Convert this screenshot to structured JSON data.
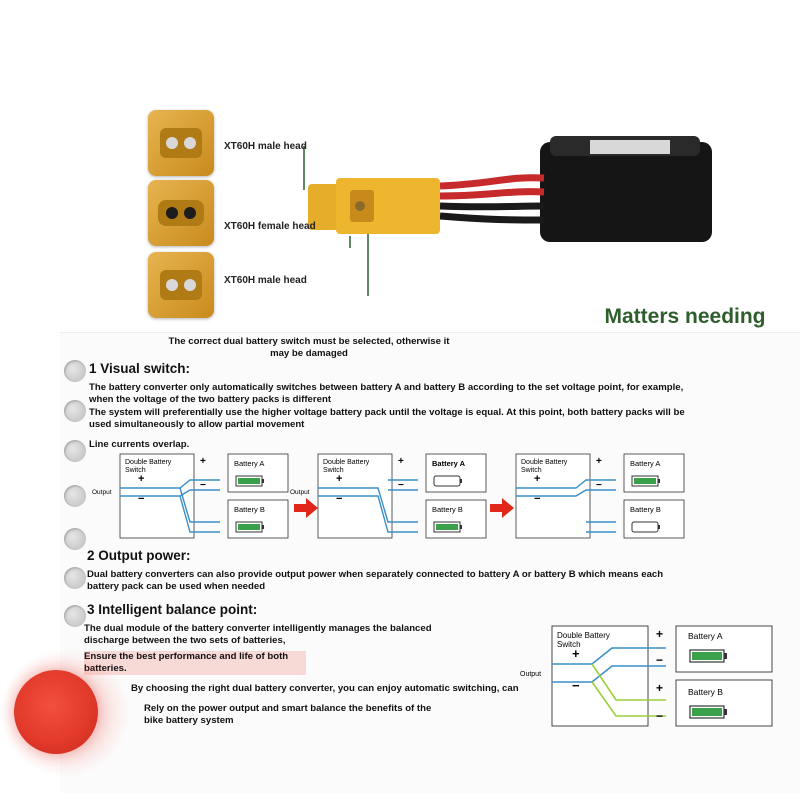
{
  "product": {
    "labels": [
      "XT60H male head",
      "XT60H female head",
      "XT60H male head"
    ]
  },
  "notice": {
    "title_line1": "Matters needing",
    "title_line2": "attention",
    "warning_line1": "The correct dual battery switch must be selected, otherwise it",
    "warning_line2": "may be damaged"
  },
  "sections": [
    {
      "heading": "1 Visual switch:",
      "lines": [
        "The battery converter only automatically switches between battery A and battery B according to the set voltage point, for example,",
        "when the voltage of the two battery packs is different",
        "The system will preferentially use the higher voltage battery pack until the voltage is equal. At this point, both battery packs will be",
        "used simultaneously to allow partial movement",
        "Line currents overlap."
      ]
    },
    {
      "heading": "2 Output power:",
      "lines": [
        "Dual battery converters can also provide output power when separately connected to battery A or battery B which means each",
        "battery pack can be used when needed"
      ]
    },
    {
      "heading": "3 Intelligent balance point:",
      "lines": [
        "The dual module of the battery converter intelligently manages the balanced",
        "discharge between the two sets of batteries,",
        "Ensure the best performance and life of both",
        "batteries.",
        "By choosing the right dual battery converter, you can enjoy automatic switching, can",
        "Rely on the power output and smart balance the benefits of the",
        "bike battery system"
      ]
    }
  ],
  "diagram": {
    "switch_label_1": "Double  Battery",
    "switch_label_2": "Switch",
    "small_switch_label_1": "Double   Battery",
    "small_switch_label_2": "Switch",
    "output": "Output",
    "battery_a": "Battery A",
    "battery_b": "Battery B",
    "plus": "+",
    "minus": "−"
  },
  "colors": {
    "heading_green": "#2f5e2d",
    "wire_blue": "#3a8fc8",
    "wire_green": "#9bcf3b",
    "battery_green": "#3aa04a",
    "arrow_red": "#e0271a",
    "accent_red": "#e23a2b"
  }
}
